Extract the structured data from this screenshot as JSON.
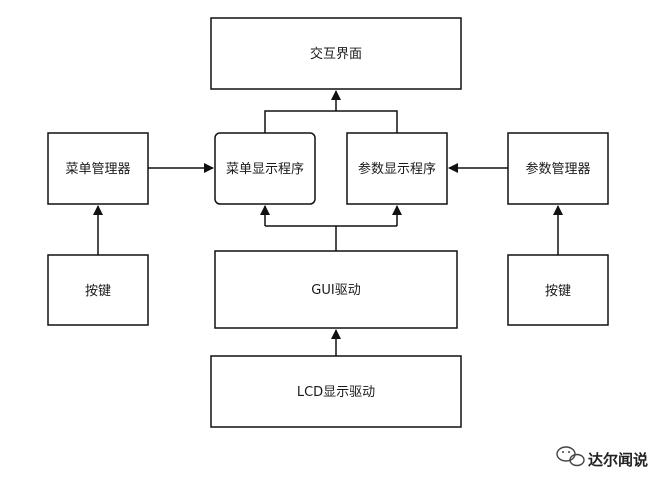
{
  "diagram": {
    "boxes": {
      "interaction_ui": "交互界面",
      "menu_manager": "菜单管理器",
      "menu_display": "菜单显示程序",
      "param_display": "参数显示程序",
      "param_manager": "参数管理器",
      "key_left": "按键",
      "gui_driver": "GUI驱动",
      "key_right": "按键",
      "lcd_driver": "LCD显示驱动"
    }
  },
  "watermark": {
    "text": "达尔闻说",
    "icon": "wechat-icon"
  }
}
